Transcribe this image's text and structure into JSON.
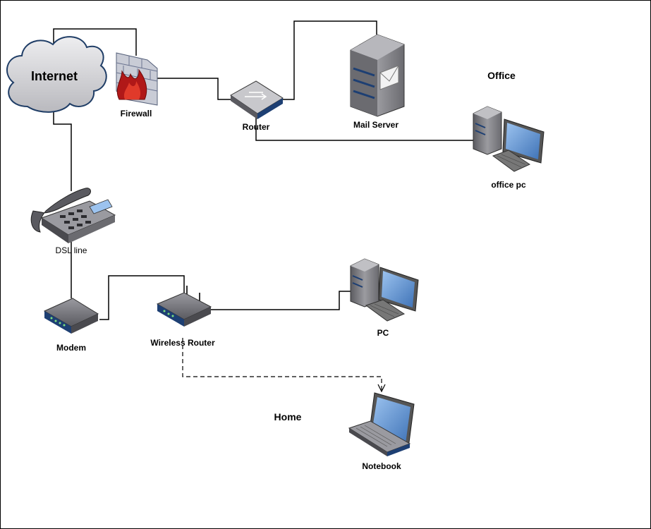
{
  "diagram": {
    "nodes": {
      "internet": {
        "label": "Internet"
      },
      "firewall": {
        "label": "Firewall"
      },
      "router": {
        "label": "Router"
      },
      "mail_server": {
        "label": "Mail Server"
      },
      "office_pc": {
        "label": "office pc"
      },
      "dsl_line": {
        "label": "DSL line"
      },
      "modem": {
        "label": "Modem"
      },
      "wireless_router": {
        "label": "Wireless Router"
      },
      "pc": {
        "label": "PC"
      },
      "notebook": {
        "label": "Notebook"
      }
    },
    "zones": {
      "office": {
        "label": "Office"
      },
      "home": {
        "label": "Home"
      }
    },
    "edges": [
      {
        "from": "internet",
        "to": "firewall",
        "style": "solid"
      },
      {
        "from": "firewall",
        "to": "router",
        "style": "solid"
      },
      {
        "from": "router",
        "to": "mail_server",
        "style": "solid"
      },
      {
        "from": "router",
        "to": "office_pc",
        "style": "solid"
      },
      {
        "from": "internet",
        "to": "dsl_line",
        "style": "solid"
      },
      {
        "from": "dsl_line",
        "to": "modem",
        "style": "solid"
      },
      {
        "from": "modem",
        "to": "wireless_router",
        "style": "solid"
      },
      {
        "from": "wireless_router",
        "to": "pc",
        "style": "solid"
      },
      {
        "from": "wireless_router",
        "to": "notebook",
        "style": "dashed"
      }
    ],
    "colors": {
      "cloud_fill": "#d9d9dc",
      "cloud_stroke": "#1f3d66",
      "device_dark": "#4a4a4f",
      "device_mid": "#8a8a90",
      "device_light": "#c8c8cc",
      "accent_blue": "#1d3f73",
      "screen_blue": "#5c8fd0",
      "fire_red": "#b01818",
      "brick": "#c9ccd6"
    }
  }
}
